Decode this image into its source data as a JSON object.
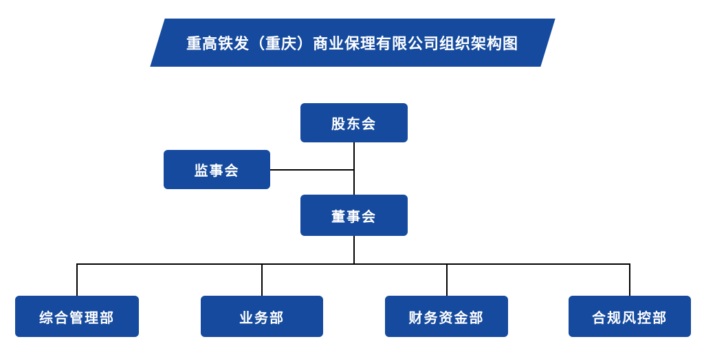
{
  "title": "重高铁发（重庆）商业保理有限公司组织架构图",
  "colors": {
    "box_blue": "#154A9E",
    "line_black": "#000000",
    "text_white": "#FFFFFF"
  },
  "org": {
    "shareholders": {
      "label": "股东会"
    },
    "supervisory": {
      "label": "监事会"
    },
    "board": {
      "label": "董事会"
    },
    "departments": [
      {
        "label": "综合管理部"
      },
      {
        "label": "业务部"
      },
      {
        "label": "财务资金部"
      },
      {
        "label": "合规风控部"
      }
    ]
  }
}
